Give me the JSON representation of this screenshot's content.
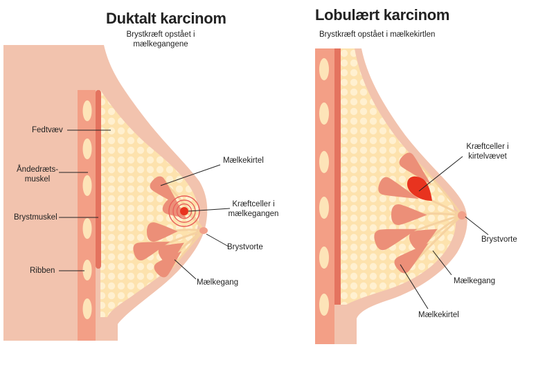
{
  "colors": {
    "skin": "#f2c3ae",
    "skin_dark": "#e9aa94",
    "muscle": "#f39f86",
    "muscle_line": "#e4735f",
    "rib": "#fde4b8",
    "fat": "#fde2ad",
    "fat_dot": "#fff0d0",
    "lobule": "#ec8f78",
    "duct": "#f6d2a0",
    "nipple": "#f1a08a",
    "cancer": "#e8331f",
    "ring": "#e9605a",
    "leader": "#222222"
  },
  "left": {
    "title": "Duktalt karcinom",
    "subtitle": "Brystkræft opstået i\nmælkegangene",
    "labels": {
      "fat": "Fedtvæv",
      "breathing_muscle": "Åndedræts-\nmuskel",
      "chest_muscle": "Brystmuskel",
      "ribs": "Ribben",
      "gland": "Mælkekirtel",
      "cancer": "Kræftceller i\nmælkegangen",
      "nipple": "Brystvorte",
      "duct": "Mælkegang"
    }
  },
  "right": {
    "title": "Lobulært karcinom",
    "subtitle": "Brystkræft opstået i mælkekirtlen",
    "labels": {
      "cancer": "Kræftceller i\nkirtelvævet",
      "nipple": "Brystvorte",
      "duct": "Mælkegang",
      "gland": "Mælkekirtel"
    }
  }
}
